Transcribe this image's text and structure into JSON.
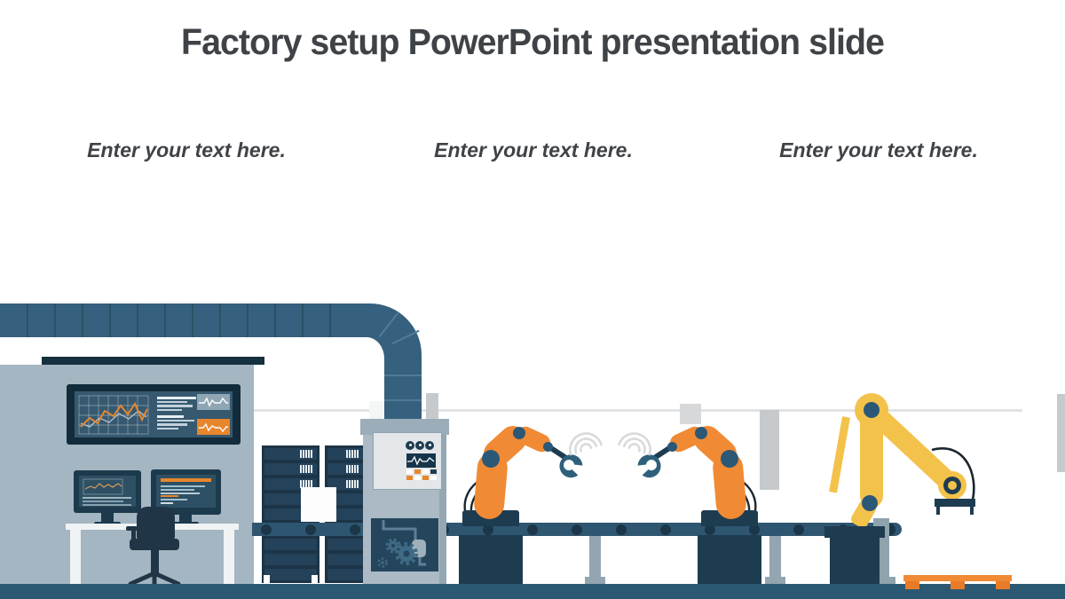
{
  "slide": {
    "title": "Factory setup PowerPoint presentation slide",
    "placeholders": [
      {
        "label": "Enter your text here."
      },
      {
        "label": "Enter your text here."
      },
      {
        "label": "Enter your text here."
      }
    ]
  },
  "illustration": {
    "icons": [
      "exhaust-pipe-icon",
      "wall-dashboard-icon",
      "monitor-icon",
      "office-chair-icon",
      "server-rack-icon",
      "industrial-machine-icon",
      "gear-icon",
      "robot-arm-icon",
      "wifi-signal-icon",
      "conveyor-belt-icon",
      "pallet-icon"
    ]
  },
  "palette": {
    "title_text": "#3f4347",
    "robot_orange": "#f18a34",
    "robot_yellow": "#f3c24a",
    "navy": "#1e3c50",
    "steel_blue": "#2f5671",
    "pipe_blue": "#35607e",
    "wall_gray": "#a3b6c1",
    "machine_gray": "#abbac4",
    "floor_blue": "#2b5873",
    "accent_orange": "#e8862d"
  }
}
